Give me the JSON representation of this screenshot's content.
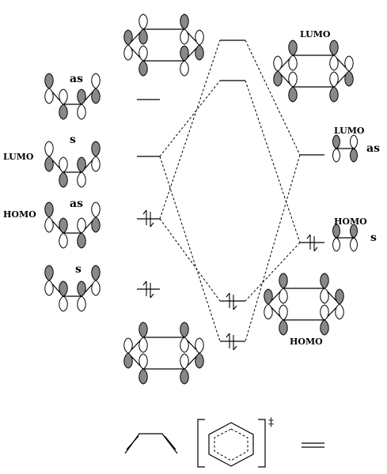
{
  "labels": {
    "as": "as",
    "s": "s",
    "lumo": "LUMO",
    "homo": "HOMO",
    "dagger": "‡"
  },
  "colors": {
    "shaded_lobe": "#888888",
    "line": "#000000"
  },
  "icons": [
    "p-orbital-lobe",
    "spin-up-arrow",
    "spin-down-arrow",
    "dashed-correlation-line"
  ]
}
